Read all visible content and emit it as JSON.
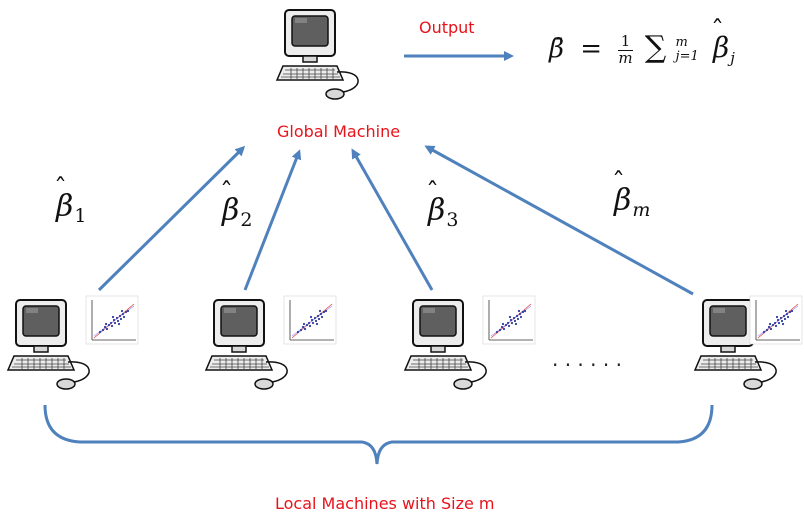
{
  "output_label": "Output",
  "global_label": "Global Machine",
  "local_label": "Local Machines with Size m",
  "formula": {
    "lhs": "β̄",
    "eq": "=",
    "frac_num": "1",
    "frac_den": "m",
    "sum": "∑",
    "sum_sup": "m",
    "sum_sub": "j=1",
    "term": "β",
    "term_sub": "j"
  },
  "estimators": [
    {
      "symbol": "β",
      "sub": "1"
    },
    {
      "symbol": "β",
      "sub": "2"
    },
    {
      "symbol": "β",
      "sub": "3"
    },
    {
      "symbol": "β",
      "sub": "m"
    }
  ],
  "ellipsis": "· · · · · ·",
  "colors": {
    "arrow": "#4f81bd",
    "label": "#e8131b",
    "screen": "#5f5f5f",
    "frame": "#e8e8e8"
  }
}
